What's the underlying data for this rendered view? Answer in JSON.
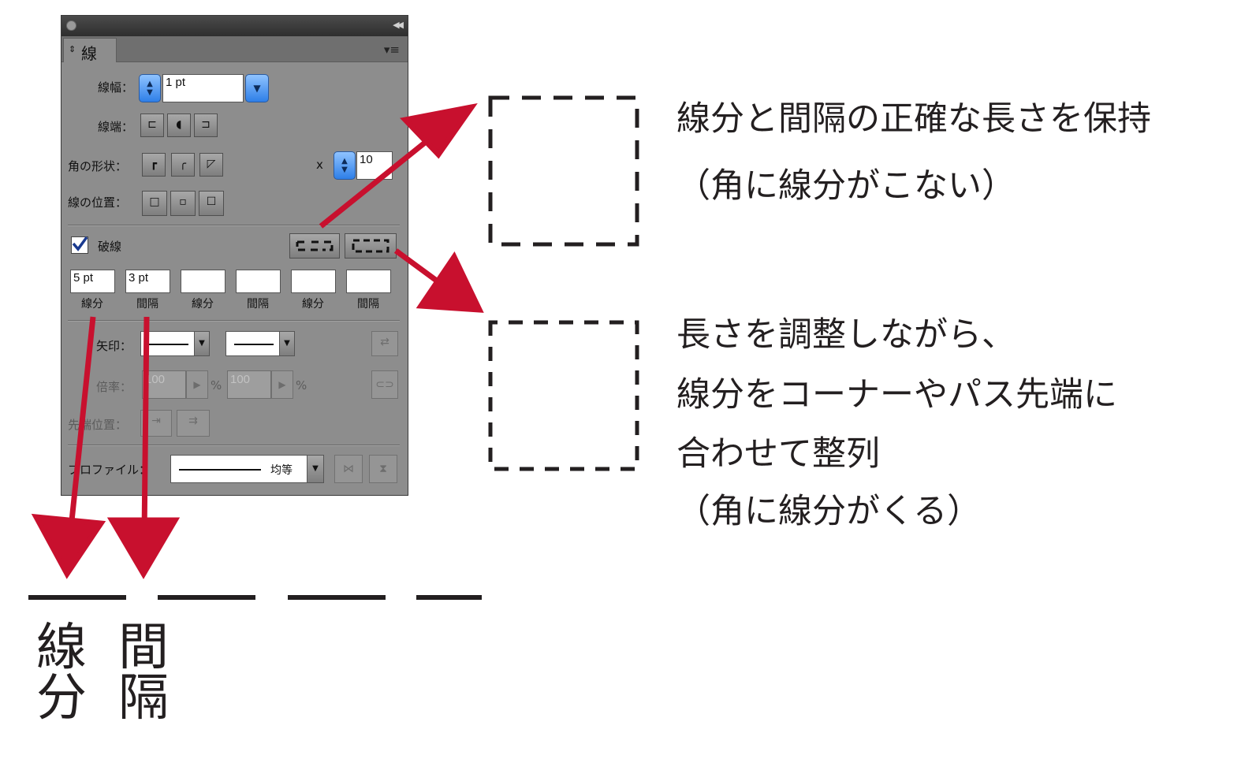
{
  "panel": {
    "tab_label": "線",
    "tab_arrows": "⇕",
    "menu_icon": "▾≡",
    "collapse_icon": "◀◀",
    "weight_label": "線幅：",
    "weight_value": "1 pt",
    "cap_label": "線端：",
    "corner_label": "角の形状：",
    "miter_label": "x",
    "miter_value": "10",
    "align_label": "線の位置：",
    "dashed_label": "破線",
    "dashed_checked": true,
    "dash_fields": [
      {
        "value": "5 pt",
        "label": "線分"
      },
      {
        "value": "3 pt",
        "label": "間隔"
      },
      {
        "value": "",
        "label": "線分"
      },
      {
        "value": "",
        "label": "間隔"
      },
      {
        "value": "",
        "label": "線分"
      },
      {
        "value": "",
        "label": "間隔"
      }
    ],
    "arrow_label": "矢印：",
    "scale_label": "倍率：",
    "scale_start": "100",
    "scale_end": "100",
    "percent": "%",
    "align_arrow_label": "先端位置：",
    "profile_label": "プロファイル：",
    "profile_value": "均等"
  },
  "annotations": {
    "preserve_line1": "線分と間隔の正確な長さを保持",
    "preserve_line2": "（角に線分がこない）",
    "adjust_line1": "長さを調整しながら、",
    "adjust_line2": "線分をコーナーやパス先端に",
    "adjust_line3": "合わせて整列",
    "adjust_line4": "（角に線分がくる）",
    "bottom_dash_label": "線\n分",
    "bottom_gap_label": "間\n隔"
  },
  "colors": {
    "arrow_red": "#c8102e",
    "panel_gray": "#8d8d8d",
    "text": "#231f20"
  }
}
